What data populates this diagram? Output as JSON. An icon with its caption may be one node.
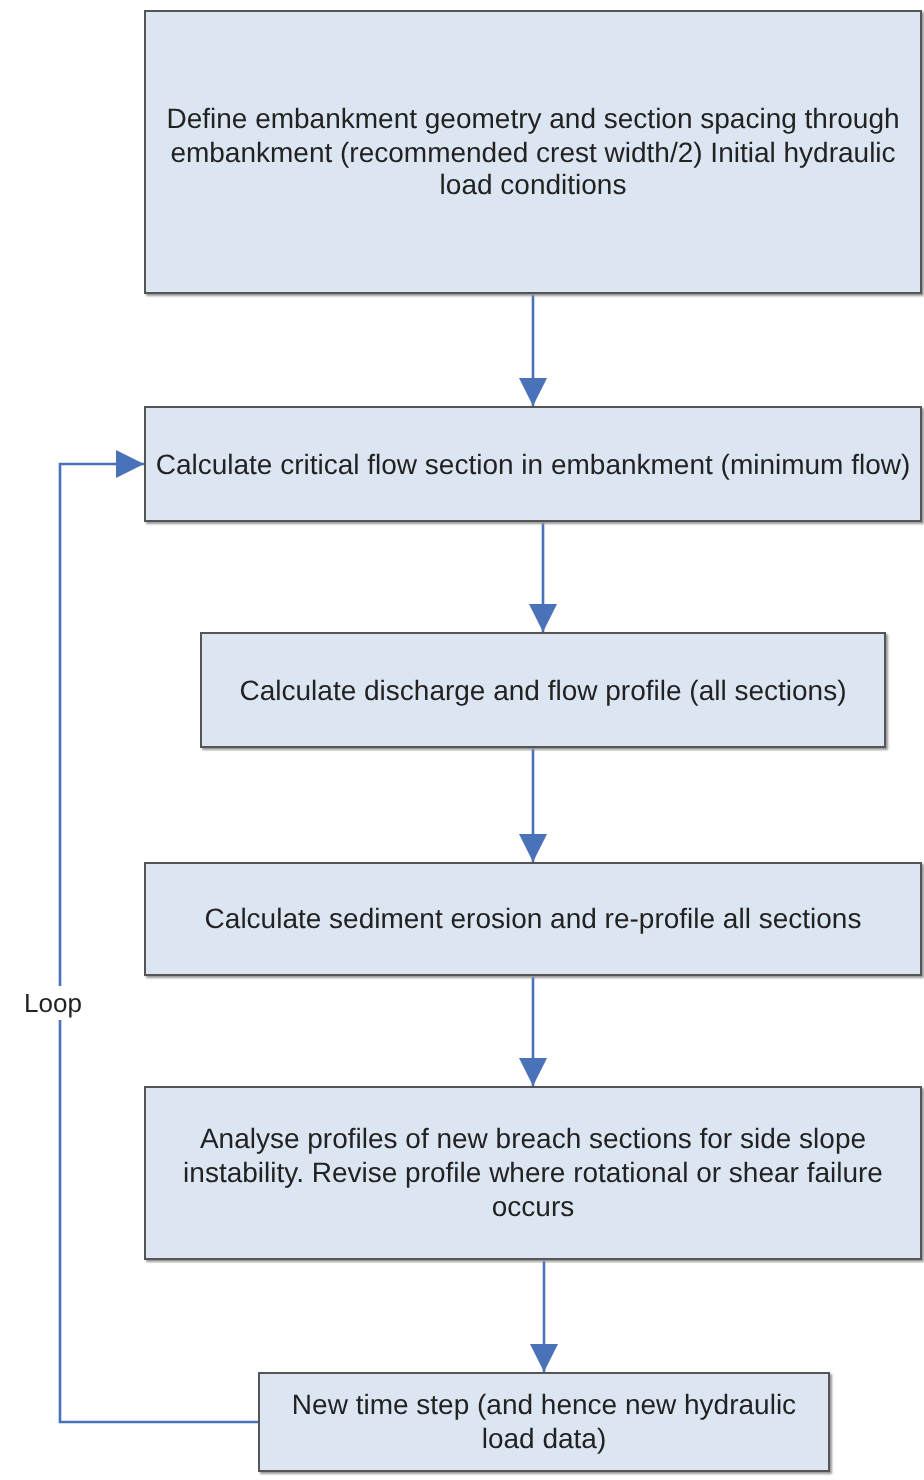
{
  "diagram": {
    "nodes": [
      {
        "text": [
          "Define embankment geometry and section spacing through embankment (recommended crest width/2) Initial hydraulic load conditions"
        ]
      },
      {
        "text": [
          "Calculate critical flow section in embankment (minimum flow)"
        ]
      },
      {
        "text": [
          "Calculate discharge and flow profile (all sections)"
        ]
      },
      {
        "text": [
          "Calculate sediment erosion and re-profile all sections"
        ]
      },
      {
        "text": [
          "Analyse profiles of new breach sections for side slope instability. Revise profile where rotational or shear failure occurs"
        ]
      },
      {
        "text": [
          "New time step (and hence new hydraulic load data)"
        ]
      }
    ],
    "edges": [
      {
        "from": 0,
        "to": 1,
        "arrow": "to"
      },
      {
        "from": 1,
        "to": 2,
        "arrow": "to"
      },
      {
        "from": 2,
        "to": 3,
        "arrow": "to"
      },
      {
        "from": 3,
        "to": 4,
        "arrow": "to"
      },
      {
        "from": 4,
        "to": 5,
        "arrow": "to"
      },
      {
        "from": 5,
        "to": 1,
        "arrow": "to",
        "label": "Loop"
      }
    ]
  }
}
